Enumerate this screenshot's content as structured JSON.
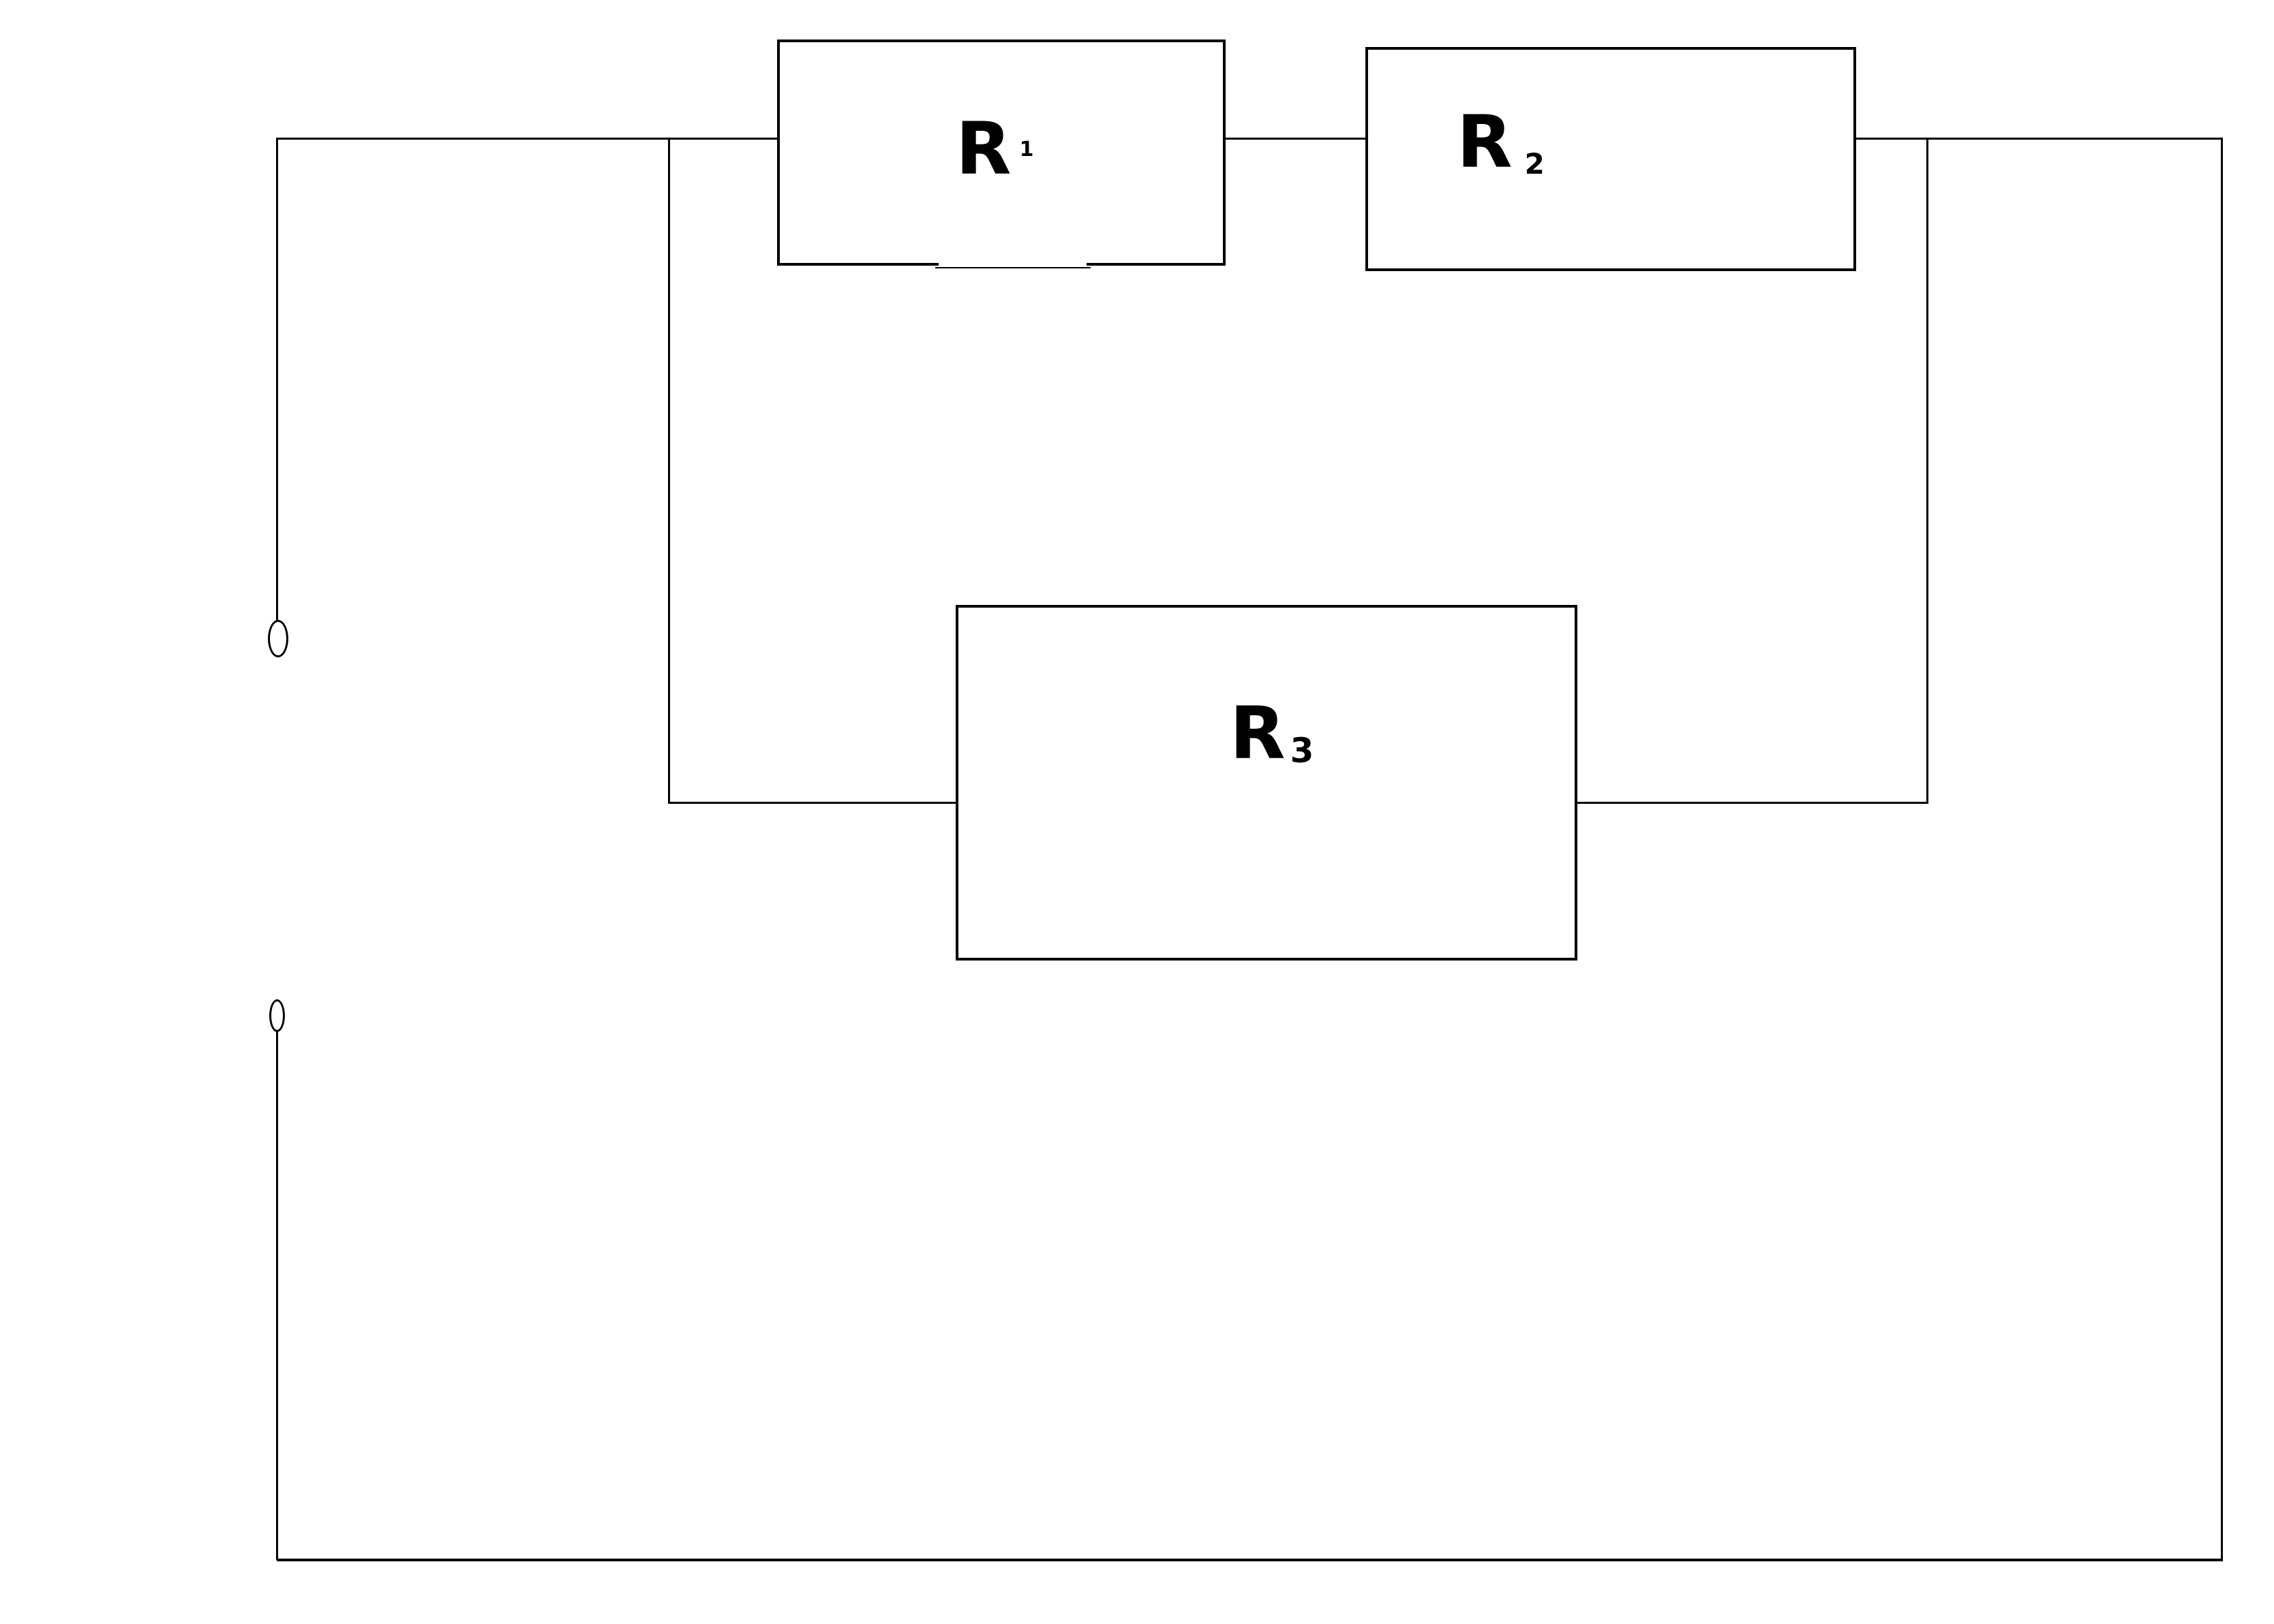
{
  "diagram": {
    "type": "circuit-schematic",
    "background_color": "#ffffff",
    "line_color": "#000000",
    "resistors": [
      {
        "id": "R1",
        "base": "R",
        "sub": "1"
      },
      {
        "id": "R2",
        "base": "R",
        "sub": "2"
      },
      {
        "id": "R3",
        "base": "R",
        "sub": "3"
      }
    ],
    "terminals": [
      {
        "id": "terminal-top"
      },
      {
        "id": "terminal-bottom"
      }
    ],
    "topology": "R1 in series with R2; the pair in parallel with R3; open terminal pair on the left"
  }
}
